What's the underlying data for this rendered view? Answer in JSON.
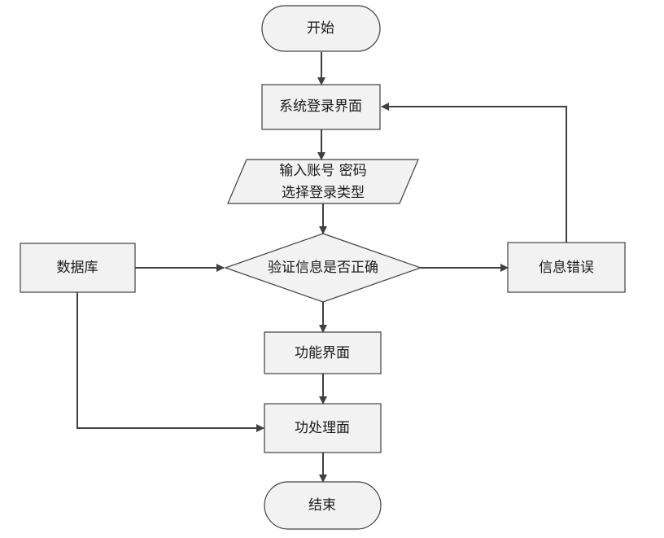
{
  "flowchart": {
    "start": "开始",
    "login_screen": "系统登录界面",
    "input_line1": "输入账号 密码",
    "input_line2": "选择登录类型",
    "database": "数据库",
    "verify": "验证信息是否正确",
    "error": "信息错误",
    "function_screen": "功能界面",
    "process_screen": "功处理面",
    "end": "结束"
  },
  "colors": {
    "node_fill": "#f2f2f2",
    "stroke": "#404040"
  }
}
